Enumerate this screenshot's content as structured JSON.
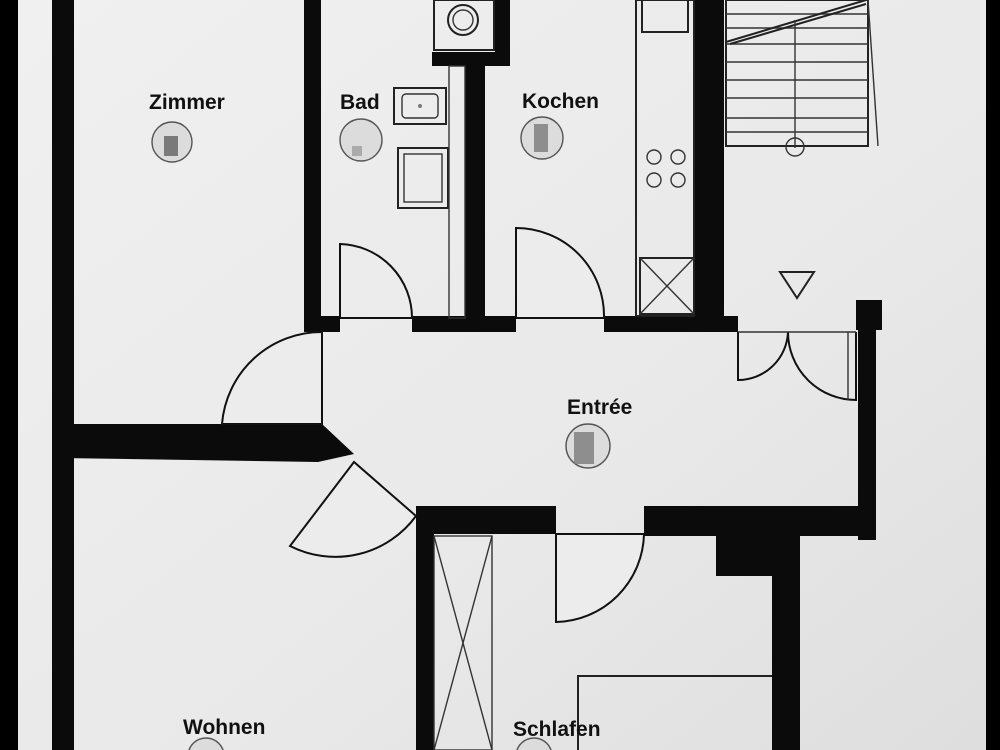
{
  "plan": {
    "rooms": [
      {
        "id": "zimmer",
        "label": "Zimmer"
      },
      {
        "id": "bad",
        "label": "Bad"
      },
      {
        "id": "kochen",
        "label": "Kochen"
      },
      {
        "id": "entree",
        "label": "Entrée"
      },
      {
        "id": "wohnen",
        "label": "Wohnen"
      },
      {
        "id": "schlafen",
        "label": "Schlafen"
      }
    ]
  },
  "colors": {
    "paper": "#ebebeb",
    "wall": "#0b0b0b",
    "frame": "#000000"
  },
  "icons": [
    "room-marker-icon",
    "washing-machine-icon",
    "sink-icon",
    "bathtub-icon",
    "stove-icon",
    "staircase-icon",
    "direction-triangle-icon"
  ]
}
